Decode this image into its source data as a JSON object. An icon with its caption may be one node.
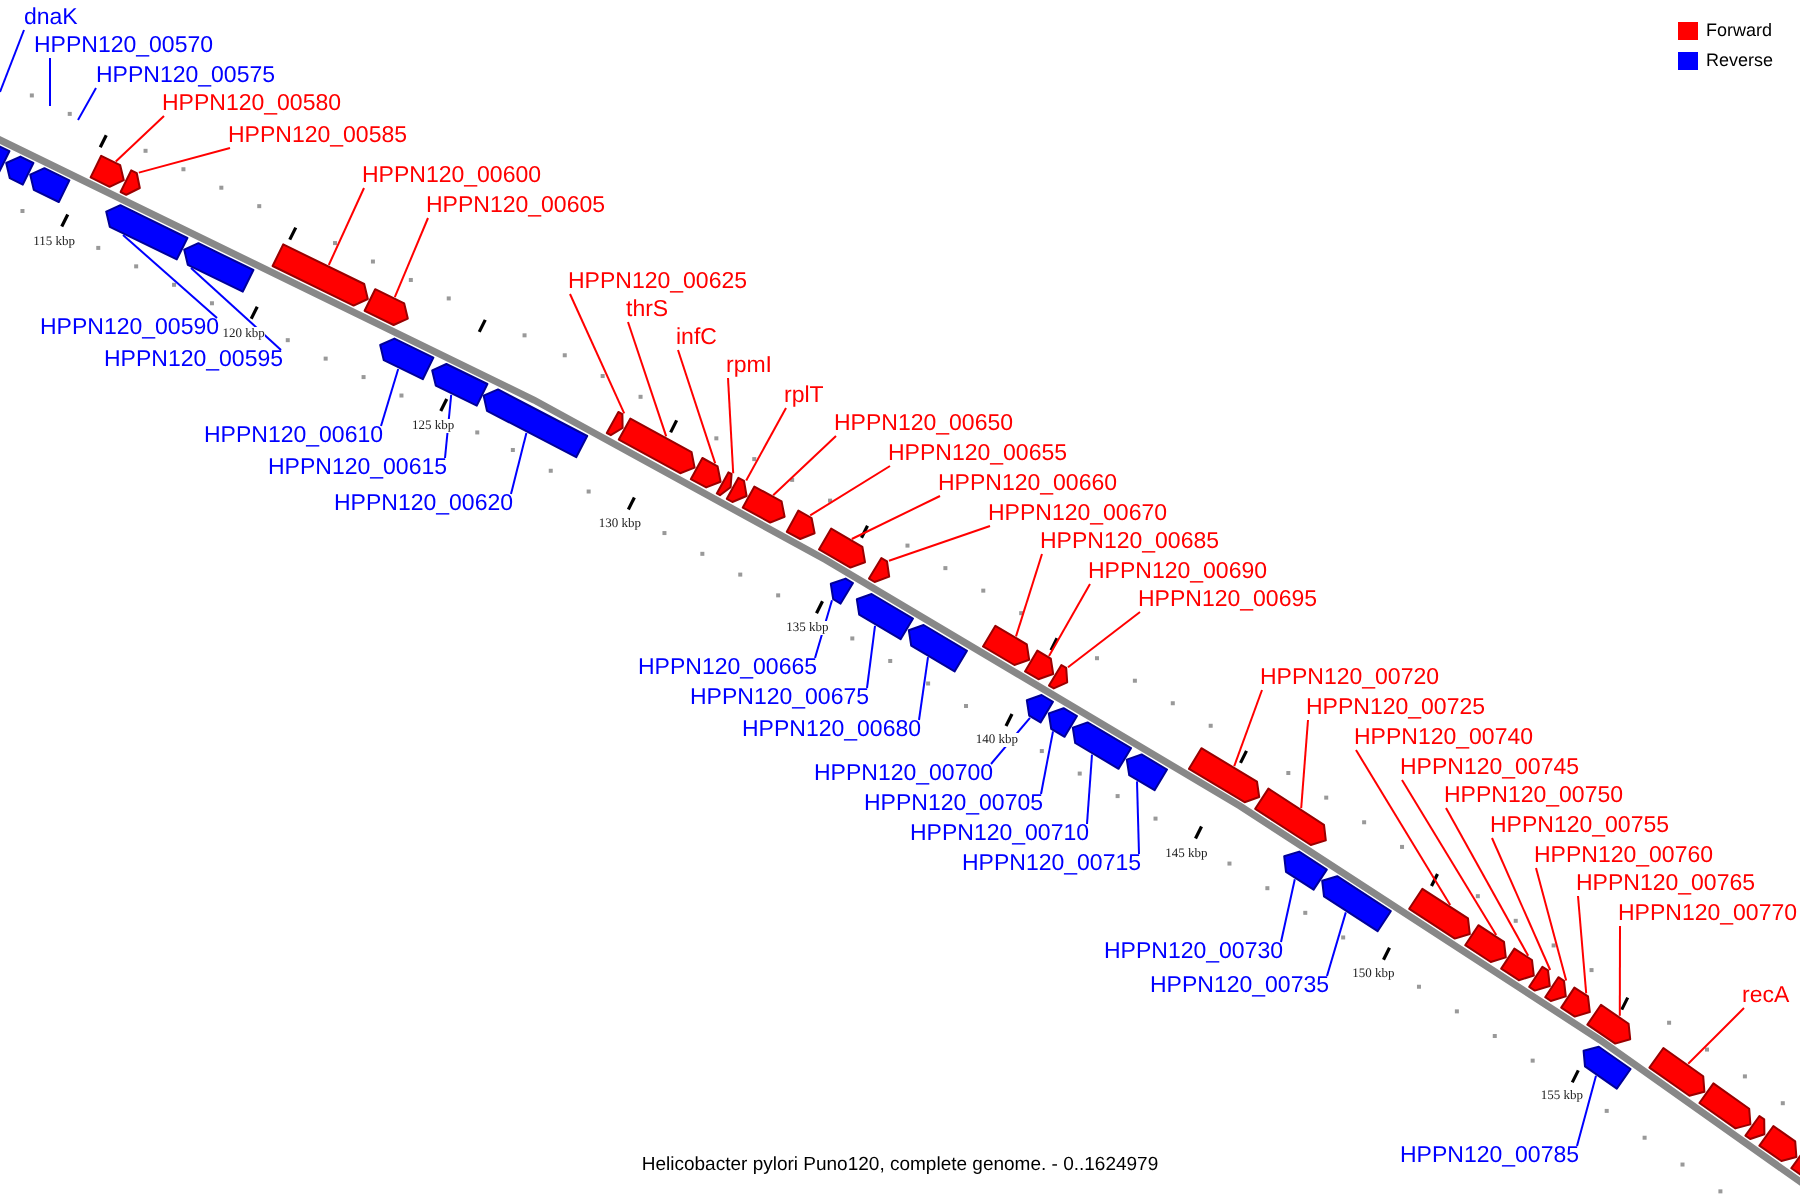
{
  "diagram": {
    "caption": "Helicobacter pylori Puno120, complete genome. - 0..1624979",
    "nodes": [
      {
        "text": [
          "dnaK"
        ]
      },
      {
        "text": [
          "HPPN120_00570"
        ]
      },
      {
        "text": [
          "HPPN120_00575"
        ]
      },
      {
        "text": [],
        "shape": "bar"
      },
      {
        "text": [],
        "shape": "bar"
      },
      {
        "text": [],
        "shape": "bar"
      },
      {
        "text": [
          "HPPN120_00580"
        ]
      },
      {
        "text": [],
        "shape": "bar"
      },
      {
        "text": [
          "HPPN120_00585"
        ]
      },
      {
        "text": [],
        "shape": "bar"
      },
      {
        "text": [
          "HPPN120_00590"
        ]
      },
      {
        "text": [],
        "shape": "bar"
      },
      {
        "text": [
          "HPPN120_00595"
        ]
      },
      {
        "text": [],
        "shape": "bar"
      },
      {
        "text": [
          "HPPN120_00600"
        ]
      },
      {
        "text": [],
        "shape": "bar"
      },
      {
        "text": [
          "HPPN120_00605"
        ]
      },
      {
        "text": [],
        "shape": "bar"
      },
      {
        "text": [
          "HPPN120_00610"
        ]
      },
      {
        "text": [],
        "shape": "bar"
      },
      {
        "text": [
          "HPPN120_00615"
        ]
      },
      {
        "text": [],
        "shape": "bar"
      },
      {
        "text": [
          "HPPN120_00620"
        ]
      },
      {
        "text": [],
        "shape": "bar"
      },
      {
        "text": [
          "HPPN120_00625"
        ]
      },
      {
        "text": [],
        "shape": "bar"
      },
      {
        "text": [
          "thrS"
        ]
      },
      {
        "text": [],
        "shape": "bar"
      },
      {
        "text": [
          "infC"
        ]
      },
      {
        "text": [],
        "shape": "bar"
      },
      {
        "text": [
          "rpmI"
        ]
      },
      {
        "text": [],
        "shape": "bar"
      },
      {
        "text": [
          "rplT"
        ]
      },
      {
        "text": [],
        "shape": "bar"
      },
      {
        "text": [
          "HPPN120_00650"
        ]
      },
      {
        "text": [],
        "shape": "bar"
      },
      {
        "text": [
          "HPPN120_00655"
        ]
      },
      {
        "text": [],
        "shape": "bar"
      },
      {
        "text": [
          "HPPN120_00660"
        ]
      },
      {
        "text": [],
        "shape": "bar"
      },
      {
        "text": [
          "HPPN120_00670"
        ]
      },
      {
        "text": [],
        "shape": "bar"
      },
      {
        "text": [
          "HPPN120_00665"
        ]
      },
      {
        "text": [],
        "shape": "bar"
      },
      {
        "text": [
          "HPPN120_00675"
        ]
      },
      {
        "text": [],
        "shape": "bar"
      },
      {
        "text": [
          "HPPN120_00680"
        ]
      },
      {
        "text": [],
        "shape": "bar"
      },
      {
        "text": [
          "HPPN120_00685"
        ]
      },
      {
        "text": [],
        "shape": "bar"
      },
      {
        "text": [
          "HPPN120_00690"
        ]
      },
      {
        "text": [],
        "shape": "bar"
      },
      {
        "text": [
          "HPPN120_00695"
        ]
      },
      {
        "text": [],
        "shape": "bar"
      },
      {
        "text": [
          "HPPN120_00700"
        ]
      },
      {
        "text": [],
        "shape": "bar"
      },
      {
        "text": [
          "HPPN120_00705"
        ]
      },
      {
        "text": [],
        "shape": "bar"
      },
      {
        "text": [
          "HPPN120_00710"
        ]
      },
      {
        "text": [],
        "shape": "bar"
      },
      {
        "text": [
          "HPPN120_00715"
        ]
      },
      {
        "text": [],
        "shape": "bar"
      },
      {
        "text": [
          "HPPN120_00720"
        ]
      },
      {
        "text": [],
        "shape": "bar"
      },
      {
        "text": [
          "HPPN120_00725"
        ]
      },
      {
        "text": [],
        "shape": "bar"
      },
      {
        "text": [
          "HPPN120_00730"
        ]
      },
      {
        "text": [],
        "shape": "bar"
      },
      {
        "text": [
          "HPPN120_00735"
        ]
      },
      {
        "text": [],
        "shape": "bar"
      },
      {
        "text": [
          "HPPN120_00740"
        ]
      },
      {
        "text": [],
        "shape": "bar"
      },
      {
        "text": [
          "HPPN120_00745"
        ]
      },
      {
        "text": [],
        "shape": "bar"
      },
      {
        "text": [
          "HPPN120_00750"
        ]
      },
      {
        "text": [],
        "shape": "bar"
      },
      {
        "text": [
          "HPPN120_00755"
        ]
      },
      {
        "text": [],
        "shape": "bar"
      },
      {
        "text": [
          "HPPN120_00760"
        ]
      },
      {
        "text": [],
        "shape": "bar"
      },
      {
        "text": [
          "HPPN120_00765"
        ]
      },
      {
        "text": [],
        "shape": "bar"
      },
      {
        "text": [
          "HPPN120_00770"
        ]
      },
      {
        "text": [],
        "shape": "bar"
      },
      {
        "text": [
          "HPPN120_00785"
        ]
      },
      {
        "text": [],
        "shape": "bar"
      },
      {
        "text": [
          "recA"
        ]
      },
      {
        "text": [],
        "shape": "bar"
      },
      {
        "text": [],
        "shape": "bar"
      },
      {
        "text": [],
        "shape": "bar"
      },
      {
        "text": [],
        "shape": "bar"
      },
      {
        "text": [],
        "shape": "bar"
      }
    ],
    "edges": [
      {
        "from": 0,
        "to": null,
        "arrow": "none",
        "color": "#0000ff"
      },
      {
        "from": 1,
        "to": null,
        "arrow": "none",
        "color": "#0000ff"
      },
      {
        "from": 2,
        "to": null,
        "arrow": "none",
        "color": "#0000ff"
      },
      {
        "from": 6,
        "to": 7,
        "arrow": "none"
      },
      {
        "from": 8,
        "to": 9,
        "arrow": "none"
      },
      {
        "from": 10,
        "to": 11,
        "arrow": "none",
        "color": "#0000ff"
      },
      {
        "from": 12,
        "to": 13,
        "arrow": "none",
        "color": "#0000ff"
      },
      {
        "from": 14,
        "to": 15,
        "arrow": "none"
      },
      {
        "from": 16,
        "to": 17,
        "arrow": "none"
      },
      {
        "from": 18,
        "to": 19,
        "arrow": "none",
        "color": "#0000ff"
      },
      {
        "from": 20,
        "to": 21,
        "arrow": "none",
        "color": "#0000ff"
      },
      {
        "from": 22,
        "to": 23,
        "arrow": "none",
        "color": "#0000ff"
      },
      {
        "from": 24,
        "to": 25,
        "arrow": "none"
      },
      {
        "from": 26,
        "to": 27,
        "arrow": "none"
      },
      {
        "from": 28,
        "to": 29,
        "arrow": "none"
      },
      {
        "from": 30,
        "to": 31,
        "arrow": "none"
      },
      {
        "from": 32,
        "to": 33,
        "arrow": "none"
      },
      {
        "from": 34,
        "to": 35,
        "arrow": "none"
      },
      {
        "from": 36,
        "to": 37,
        "arrow": "none"
      },
      {
        "from": 38,
        "to": 39,
        "arrow": "none"
      },
      {
        "from": 40,
        "to": 41,
        "arrow": "none"
      },
      {
        "from": 42,
        "to": 43,
        "arrow": "none",
        "color": "#0000ff"
      },
      {
        "from": 44,
        "to": 45,
        "arrow": "none",
        "color": "#0000ff"
      },
      {
        "from": 46,
        "to": 47,
        "arrow": "none",
        "color": "#0000ff"
      },
      {
        "from": 48,
        "to": 49,
        "arrow": "none"
      },
      {
        "from": 50,
        "to": 51,
        "arrow": "none"
      },
      {
        "from": 52,
        "to": 53,
        "arrow": "none"
      },
      {
        "from": 54,
        "to": 55,
        "arrow": "none",
        "color": "#0000ff"
      },
      {
        "from": 56,
        "to": 57,
        "arrow": "none",
        "color": "#0000ff"
      },
      {
        "from": 58,
        "to": 59,
        "arrow": "none",
        "color": "#0000ff"
      },
      {
        "from": 60,
        "to": 61,
        "arrow": "none",
        "color": "#0000ff"
      },
      {
        "from": 62,
        "to": 63,
        "arrow": "none"
      },
      {
        "from": 64,
        "to": 65,
        "arrow": "none"
      },
      {
        "from": 66,
        "to": 67,
        "arrow": "none",
        "color": "#0000ff"
      },
      {
        "from": 68,
        "to": 69,
        "arrow": "none",
        "color": "#0000ff"
      },
      {
        "from": 70,
        "to": 71,
        "arrow": "none"
      },
      {
        "from": 72,
        "to": 73,
        "arrow": "none"
      },
      {
        "from": 74,
        "to": 75,
        "arrow": "none"
      },
      {
        "from": 76,
        "to": 77,
        "arrow": "none"
      },
      {
        "from": 78,
        "to": 79,
        "arrow": "none"
      },
      {
        "from": 80,
        "to": 81,
        "arrow": "none"
      },
      {
        "from": 82,
        "to": 83,
        "arrow": "none"
      },
      {
        "from": 84,
        "to": 85,
        "arrow": "none",
        "color": "#0000ff"
      },
      {
        "from": 86,
        "to": 87,
        "arrow": "none"
      }
    ],
    "labels": [
      "115 kbp",
      "120 kbp",
      "125 kbp",
      "130 kbp",
      "135 kbp",
      "140 kbp",
      "145 kbp",
      "150 kbp",
      "155 kbp"
    ],
    "legend": [
      {
        "text": "Forward",
        "color": "#ff0000"
      },
      {
        "text": "Reverse",
        "color": "#0000ff"
      }
    ]
  }
}
